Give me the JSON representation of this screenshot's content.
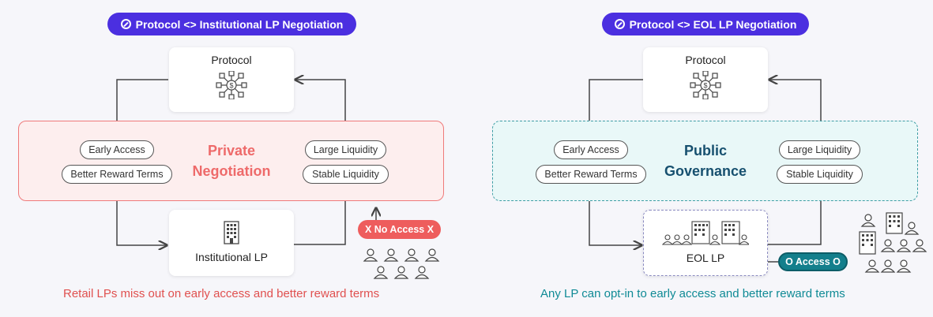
{
  "left": {
    "header": "Protocol <> Institutional LP Negotiation",
    "protocol_label": "Protocol",
    "band_title_line1": "Private",
    "band_title_line2": "Negotiation",
    "tags_left": [
      "Early Access",
      "Better Reward Terms"
    ],
    "tags_right": [
      "Large Liquidity",
      "Stable Liquidity"
    ],
    "lp_label": "Institutional LP",
    "access_badge": "X No Access X",
    "caption": "Retail LPs miss out on early access and better reward terms"
  },
  "right": {
    "header": "Protocol <> EOL LP Negotiation",
    "protocol_label": "Protocol",
    "band_title_line1": "Public",
    "band_title_line2": "Governance",
    "tags_left": [
      "Early Access",
      "Better Reward Terms"
    ],
    "tags_right": [
      "Large Liquidity",
      "Stable Liquidity"
    ],
    "lp_label": "EOL LP",
    "access_badge": "O Access O",
    "caption": "Any LP can opt-in to early access and better reward terms"
  },
  "colors": {
    "header_bg": "#4b2fe0",
    "private": "#ee6a6a",
    "public": "#3f9ea5",
    "caption_red": "#e0504f",
    "caption_teal": "#0f8a95"
  },
  "icons": [
    "slash-circle-icon",
    "network-dollar-icon",
    "building-icon",
    "people-group-icon",
    "arrow-up-icon"
  ]
}
